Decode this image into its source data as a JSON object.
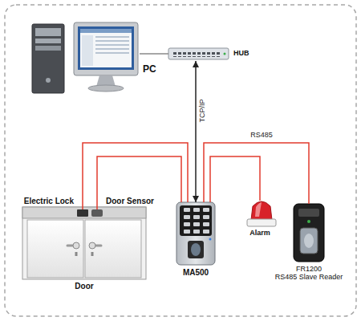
{
  "diagram": {
    "nodes": [
      {
        "text": [
          "PC"
        ]
      },
      {
        "text": [
          "HUB"
        ]
      },
      {
        "text": [
          "Door"
        ]
      },
      {
        "text": [
          "Electric Lock"
        ],
        "in": 2
      },
      {
        "text": [
          "Door Sensor"
        ],
        "in": 2
      },
      {
        "text": [
          "MA500"
        ]
      },
      {
        "text": [
          "Alarm"
        ]
      },
      {
        "text": [
          "FR1200",
          "RS485 Slave Reader"
        ]
      }
    ],
    "edges": [
      {
        "from": 0,
        "to": 1,
        "arrow": "none"
      },
      {
        "from": 1,
        "to": 5,
        "arrow": "both",
        "label": "TCP/IP"
      },
      {
        "from": 5,
        "to": 3,
        "arrow": "none"
      },
      {
        "from": 5,
        "to": 4,
        "arrow": "none"
      },
      {
        "from": 5,
        "to": 6,
        "arrow": "none"
      },
      {
        "from": 5,
        "to": 7,
        "arrow": "none",
        "label": "RS485"
      }
    ]
  }
}
